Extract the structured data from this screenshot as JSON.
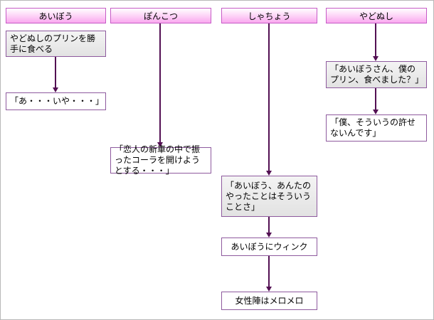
{
  "diagram": {
    "type": "flowchart",
    "orientation": "vertical-lanes"
  },
  "colors": {
    "lane_header_top": "#ffffff",
    "lane_header_bottom": "#f9a8ef",
    "lane_header_border": "#c65bc6",
    "box_border": "#8e5a9e",
    "box_fill_white": "#ffffff",
    "box_fill_gray": "#e2e2e2",
    "arrow": "#531053",
    "canvas_border": "#b8b8b8",
    "text": "#000000"
  },
  "lanes": [
    {
      "header": "あいぼう",
      "boxes": [
        {
          "text": "やどぬしのプリンを勝手に食べる",
          "fill": "gray"
        },
        {
          "text": "「あ・・・いや・・・」",
          "fill": "white"
        }
      ]
    },
    {
      "header": "ぽんこつ",
      "boxes": [
        {
          "text": "「恋人の新車の中で振ったコーラを開けようとする・・・」",
          "fill": "white"
        }
      ]
    },
    {
      "header": "しゃちょう",
      "boxes": [
        {
          "text": "「あいぼう、あんたのやったことはそういうことさ」",
          "fill": "gray"
        },
        {
          "text": "あいぼうにウィンク",
          "fill": "white"
        },
        {
          "text": "女性陣はメロメロ",
          "fill": "white"
        }
      ]
    },
    {
      "header": "やどぬし",
      "boxes": [
        {
          "text": "「あいぼうさん、僕のプリン、食べました？」",
          "fill": "gray"
        },
        {
          "text": "「僕、そういうの許せないんです」",
          "fill": "white"
        }
      ]
    }
  ]
}
